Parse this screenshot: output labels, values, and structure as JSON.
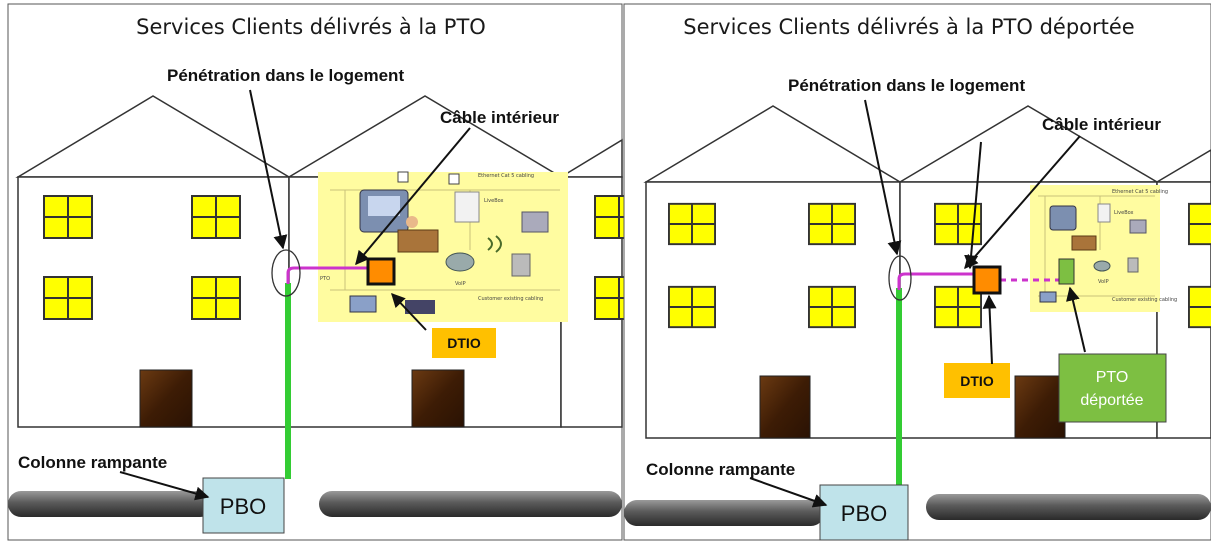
{
  "left": {
    "title": "Services Clients délivrés à la PTO",
    "penetration": "Pénétration dans le logement",
    "cable": "Câble intérieur",
    "dtio": "DTIO",
    "colonne": "Colonne rampante",
    "pbo": "PBO",
    "inset": {
      "ethernet": "Ethernet Cat 5 cabling",
      "livebox": "LiveBox",
      "voip": "VoIP",
      "customer": "Customer existing cabling",
      "pto": "PTO"
    }
  },
  "right": {
    "title": "Services Clients délivrés à la PTO déportée",
    "penetration": "Pénétration dans le logement",
    "cable": "Câble intérieur",
    "dtio": "DTIO",
    "pto_line1": "PTO",
    "pto_line2": "déportée",
    "colonne": "Colonne rampante",
    "pbo": "PBO",
    "inset": {
      "ethernet": "Ethernet Cat 5 cabling",
      "livebox": "LiveBox",
      "voip": "VoIP",
      "customer": "Customer existing cabling"
    }
  },
  "colors": {
    "fiber_green": "#33cc33",
    "cable_magenta": "#cc33cc",
    "dtio_orange": "#ff8c00",
    "dtio_label_bg": "#ffc000",
    "pto_green": "#7dbf42",
    "pbo_bg": "#bfe3ea",
    "window_yellow": "#ffff00",
    "door_brown": "#4a2208",
    "inset_bg": "#fffca0"
  }
}
